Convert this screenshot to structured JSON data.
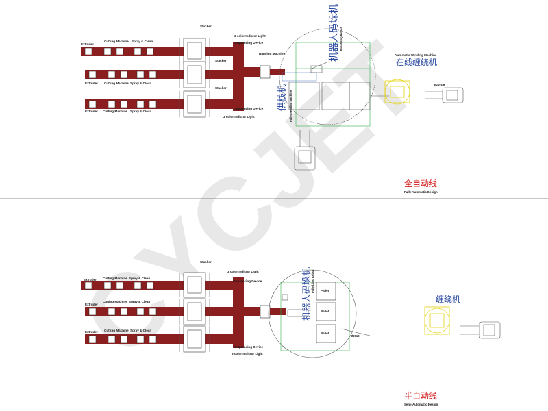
{
  "watermark": "CYCJET",
  "top": {
    "labels": {
      "extruder": "Extruder",
      "cutting": "Cutting Machine",
      "spray": "Spray & Clean",
      "stacker": "Stacker",
      "light": "3 color Indictor Light",
      "sequencing": "Sequencing Device",
      "banding": "Banding Machine",
      "robot_cn": "机器人码垛机",
      "robot_en": "Palletizing Robot",
      "pallet_cn": "供栈机",
      "pallet_en": "Pallet Feeding Machine",
      "winding_en": "Automatic Winding Machine",
      "winding_cn": "在线缠绕机",
      "forklift": "Forklift"
    },
    "caption_cn": "全自动线",
    "caption_en": "Fully Automatic Design"
  },
  "bottom": {
    "labels": {
      "extruder": "Extruder",
      "cutting": "Cutting Machine",
      "spray": "Spray & Clean",
      "stacker": "Stacker",
      "light": "3 color Indictor Light",
      "sequencing": "Sequencing Device",
      "robot_cn": "机器人码垛机",
      "robot_en": "Palletizing Robot",
      "pallet": "Pallet",
      "radius": "Ø3910",
      "winding_cn": "缠绕机"
    },
    "caption_cn": "半自动线",
    "caption_en": "Semi-Automatic Design"
  },
  "colors": {
    "belt": "#8b1e1e",
    "robot_zone": "#2bb04a",
    "winding": "#e3d20c",
    "cn_blue": "#2b4aa0",
    "cn_red": "#d11a1a"
  }
}
